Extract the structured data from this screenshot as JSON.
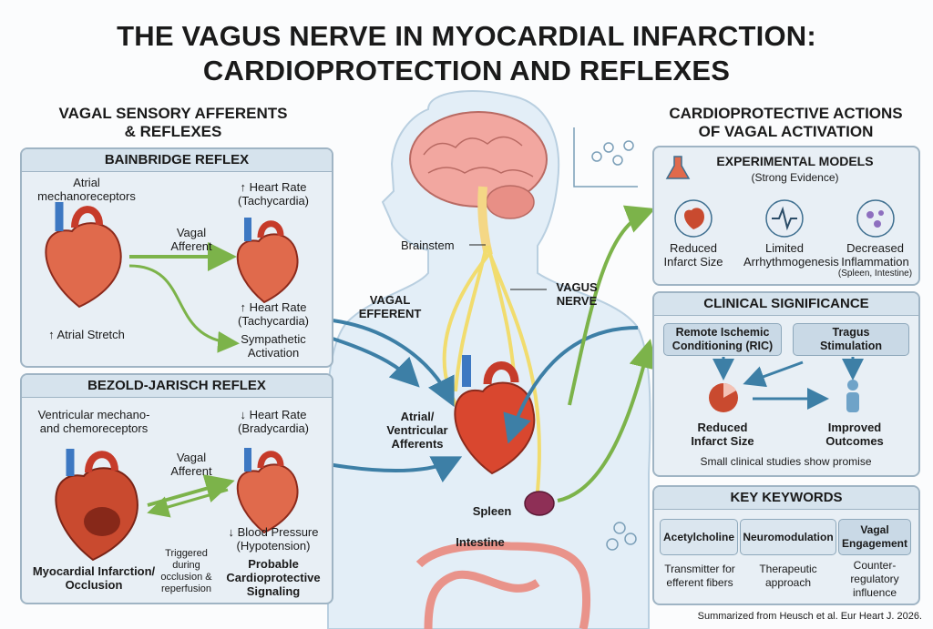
{
  "title": {
    "line1": "THE VAGUS NERVE IN MYOCARDIAL INFARCTION:",
    "line2": "CARDIOPROTECTION AND REFLEXES"
  },
  "left_section": {
    "heading_line1": "VAGAL SENSORY AFFERENTS",
    "heading_line2": "& REFLEXES",
    "bainbridge": {
      "title": "BAINBRIDGE REFLEX",
      "receptor": "Atrial\nmechanoreceptors",
      "stimulus": "↑ Atrial Stretch",
      "pathway": "Vagal\nAfferent",
      "effect1": "↑ Heart Rate\n(Tachycardia)",
      "effect2": "↑ Heart Rate\n(Tachycardia)",
      "effect3": "Sympathetic\nActivation"
    },
    "bezold": {
      "title": "BEZOLD-JARISCH REFLEX",
      "receptor": "Ventricular mechano-\nand chemoreceptors",
      "pathway": "Vagal\nAfferent",
      "effect1": "↓ Heart Rate\n(Bradycardia)",
      "effect2": "↓ Blood Pressure\n(Hypotension)",
      "effect3": "Probable\nCardioprotective\nSignaling",
      "condition": "Myocardial Infarction/\nOcclusion",
      "trigger": "Triggered\nduring\nocclusion &\nreperfusion"
    }
  },
  "center": {
    "brainstem": "Brainstem",
    "vagus": "VAGUS\nNERVE",
    "efferent": "VAGAL\nEFFERENT",
    "afferents": "Atrial/\nVentricular\nAfferents",
    "spleen": "Spleen",
    "intestine": "Intestine"
  },
  "right_section": {
    "heading_line1": "CARDIOPROTECTIVE ACTIONS",
    "heading_line2": "OF VAGAL ACTIVATION",
    "experimental": {
      "title": "EXPERIMENTAL MODELS",
      "subtitle": "(Strong Evidence)",
      "items": [
        {
          "label": "Reduced\nInfarct Size",
          "note": ""
        },
        {
          "label": "Limited\nArrhythmogenesis",
          "note": ""
        },
        {
          "label": "Decreased\nInflammation",
          "note": "(Spleen, Intestine)"
        }
      ]
    },
    "clinical": {
      "title": "CLINICAL SIGNIFICANCE",
      "method1": "Remote Ischemic\nConditioning (RIC)",
      "method2": "Tragus\nStimulation",
      "outcome1": "Reduced\nInfarct Size",
      "outcome2": "Improved\nOutcomes",
      "footnote": "Small clinical studies show promise"
    },
    "keywords": {
      "title": "KEY KEYWORDS",
      "items": [
        {
          "term": "Acetylcholine",
          "desc": "Transmitter for\nefferent fibers"
        },
        {
          "term": "Neuromodulation",
          "desc": "Therapeutic\napproach"
        },
        {
          "term": "Vagal\nEngagement",
          "desc": "Counter-\nregulatory\ninfluence"
        }
      ]
    }
  },
  "citation": "Summarized from Heusch et al. Eur Heart J. 2026.",
  "colors": {
    "panel_bg": "#e8eff5",
    "panel_border": "#9fb4c4",
    "arrow_blue": "#3d7fa6",
    "arrow_green": "#7cb34a",
    "nerve_yellow": "#f1dc6e",
    "heart_red": "#d9472f",
    "vessel_blue": "#3d78c2"
  }
}
